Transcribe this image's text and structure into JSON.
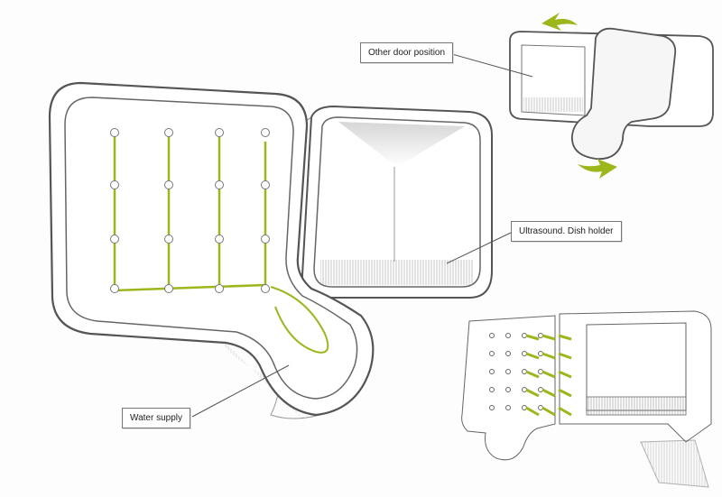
{
  "labels": {
    "door": "Other door position",
    "ultrasound": "Ultrasound. Dish holder",
    "water": "Water supply"
  },
  "colors": {
    "accent": "#9cb71c",
    "outline": "#555555"
  }
}
